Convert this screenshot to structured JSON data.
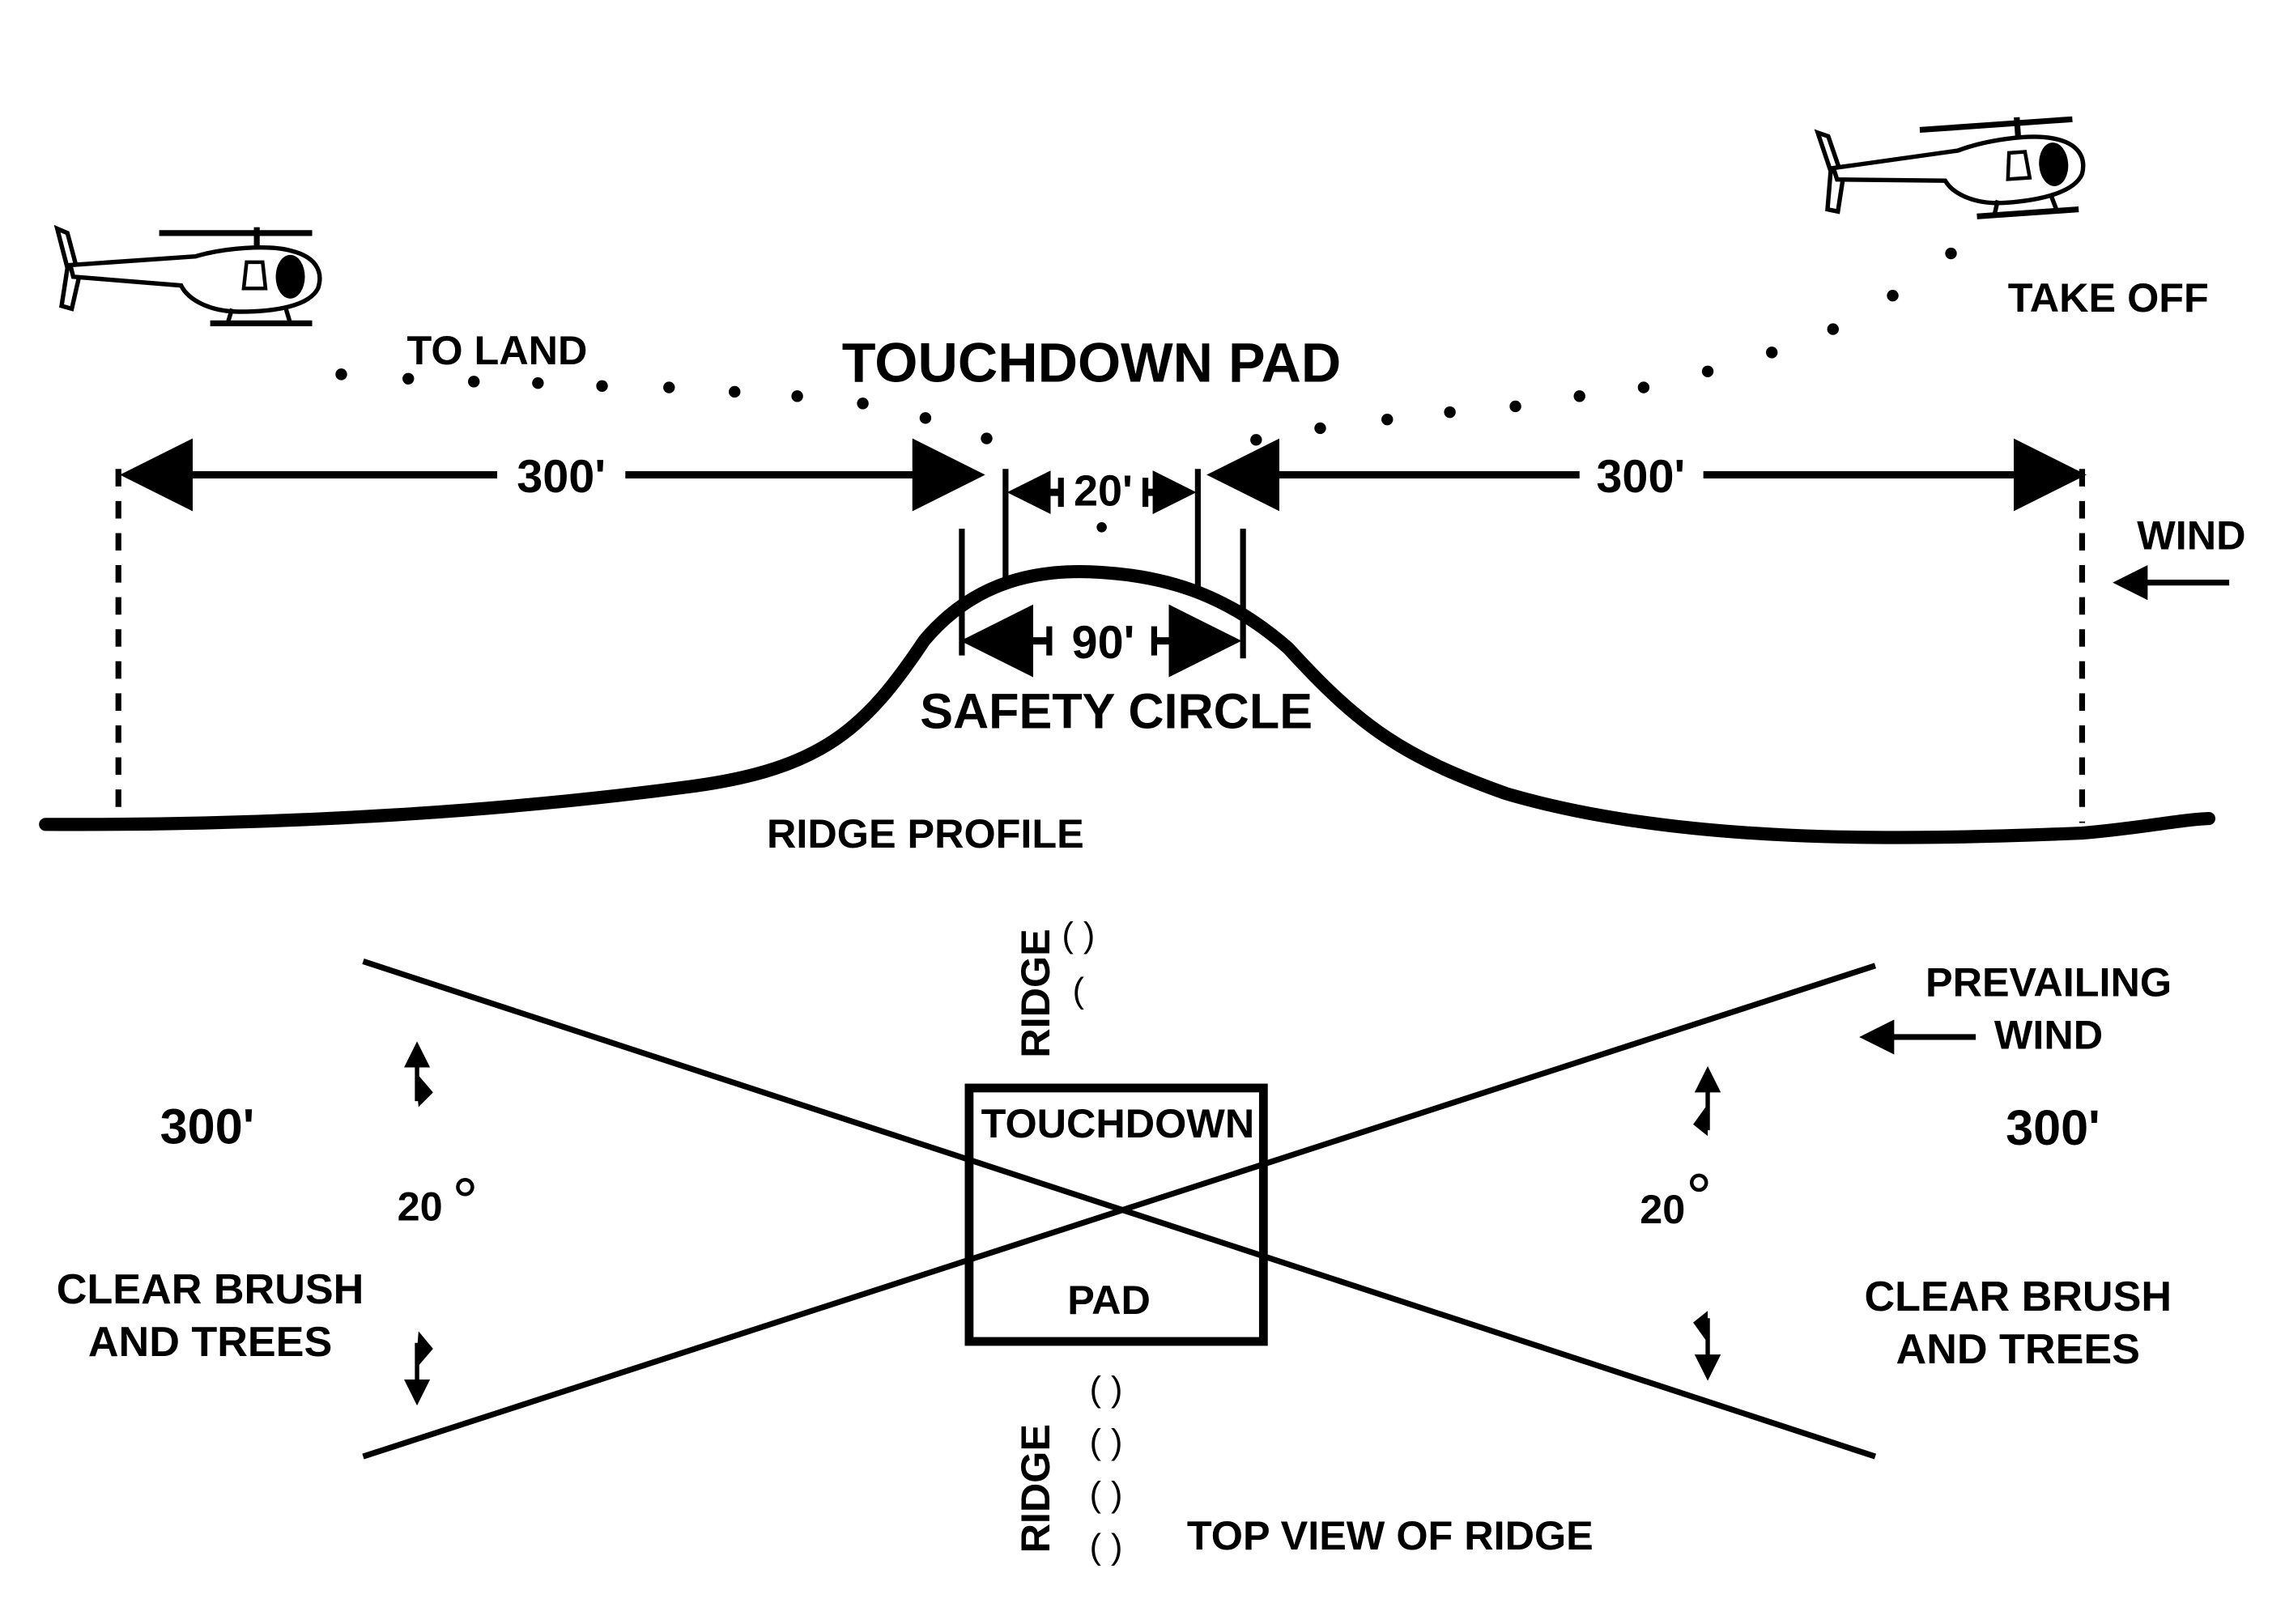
{
  "profile": {
    "to_land": "TO LAND",
    "touchdown_pad": "TOUCHDOWN PAD",
    "take_off": "TAKE OFF",
    "dist_left": "300'",
    "dist_right": "300'",
    "pad_width": "20'",
    "circle_width": "90'",
    "safety_circle": "SAFETY CIRCLE",
    "wind": "WIND",
    "ridge_profile": "RIDGE PROFILE"
  },
  "top_view": {
    "ridge_top": "RIDGE",
    "ridge_bottom": "RIDGE",
    "touchdown": "TOUCHDOWN",
    "pad": "PAD",
    "prevailing": "PREVAILING",
    "wind": "WIND",
    "dist_left": "300'",
    "dist_right": "300'",
    "angle_left": "20",
    "angle_right": "20",
    "clear_left_1": "CLEAR BRUSH",
    "clear_left_2": "AND TREES",
    "clear_right_1": "CLEAR BRUSH",
    "clear_right_2": "AND TREES",
    "title": "TOP VIEW OF RIDGE"
  },
  "icons": [
    "helicopter-icon",
    "arrow-icon"
  ]
}
